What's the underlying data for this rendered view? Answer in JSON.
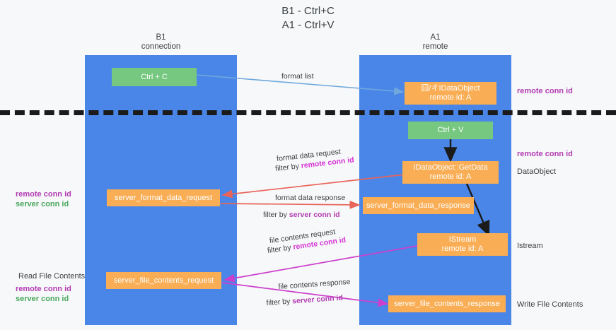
{
  "title": {
    "line1": "B1 - Ctrl+C",
    "line2": "A1 - Ctrl+V"
  },
  "lanes": [
    {
      "name": "B1",
      "sub": "connection"
    },
    {
      "name": "A1",
      "sub": "remote"
    }
  ],
  "nodes": {
    "ctrl_c": {
      "line1": "Ctrl + C"
    },
    "idataobject": {
      "line1": "囧/ㄔIDataObject",
      "line2": "remote id: A"
    },
    "ctrl_v": {
      "line1": "Ctrl + V"
    },
    "getdata": {
      "line1": "IDataObject::GetData",
      "line2": "remote id: A"
    },
    "fmt_request": {
      "line1": "server_format_data_request"
    },
    "fmt_response": {
      "line1": "server_format_data_response"
    },
    "istream": {
      "line1": "IStream",
      "line2": "remote id: A"
    },
    "file_request": {
      "line1": "server_file_contents_request"
    },
    "file_response": {
      "line1": "server_file_contents_response"
    }
  },
  "edge_labels": {
    "format_list": "format list",
    "fmt_req_top": "format data request",
    "fmt_req_filter_prefix": "filter by ",
    "fmt_req_filter_key": "remote conn id",
    "fmt_res_top": "format data response",
    "fmt_res_filter_prefix": "filter by ",
    "fmt_res_filter_key": "server conn id",
    "file_req_top": "file contents request",
    "file_req_filter_prefix": "filter by ",
    "file_req_filter_key": "remote conn id",
    "file_res_top": "file contents response",
    "file_res_filter_prefix": "filter by ",
    "file_res_filter_key": "server conn id"
  },
  "annotations": {
    "right_remote_conn_1": "remote conn id",
    "right_remote_conn_2": "remote conn id",
    "right_dataobject": "DataObject",
    "right_istream": "Istream",
    "right_write_file": "Write File Contents",
    "left_remote_conn": "remote conn id",
    "left_server_conn": "server conn id",
    "left_read_file": "Read File Contents",
    "left_remote_conn_2": "remote conn id",
    "left_server_conn_2": "server conn id"
  },
  "colors": {
    "lane": "#4a86e8",
    "green_node": "#76c780",
    "orange_node": "#f9ad54",
    "magenta": "#b23bb2",
    "green_text": "#4aa85e",
    "arrow_blue": "#6fa8dc",
    "arrow_red": "#e8645a",
    "arrow_magenta": "#cc3fcc",
    "arrow_black": "#1b1b1b",
    "background": "#f7f8f9"
  }
}
